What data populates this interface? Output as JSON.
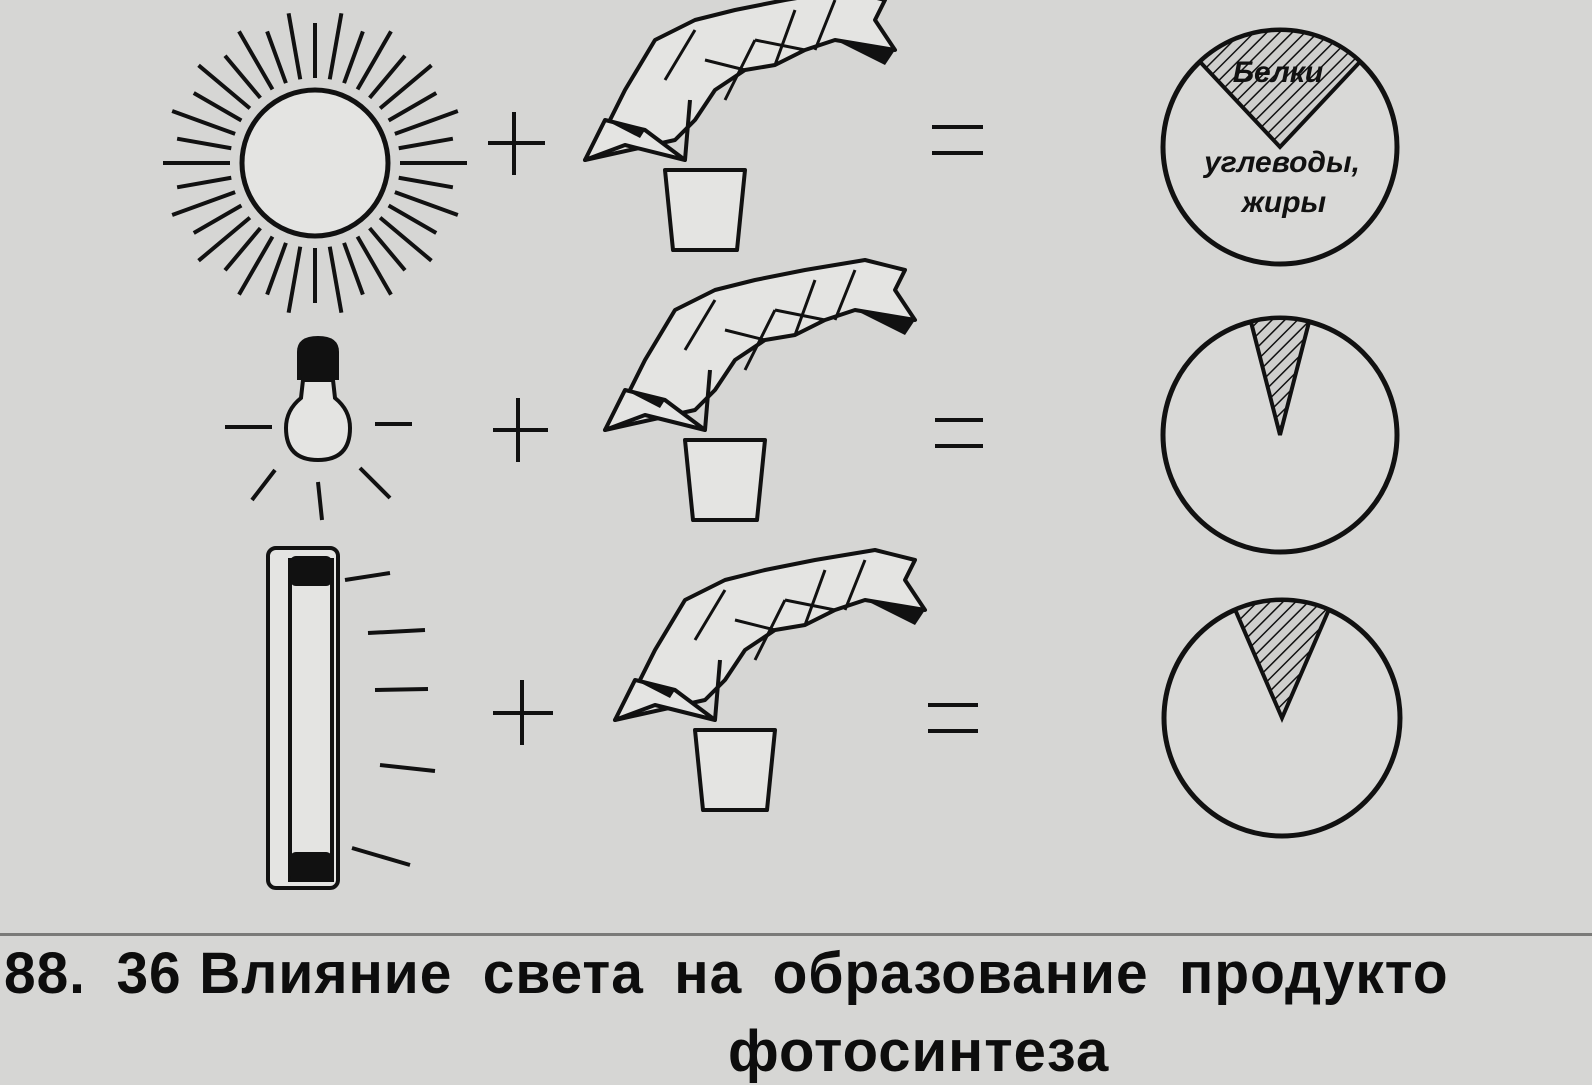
{
  "caption": {
    "number": "88. 36",
    "line1": "Влияние света на образование продукто",
    "line2": "фотосинтеза"
  },
  "rows": [
    {
      "light_source": "sun",
      "operator_plus": "+",
      "operator_equals": "=",
      "protein_share": 0.24
    },
    {
      "light_source": "incandescent-bulb",
      "operator_plus": "+",
      "operator_equals": "=",
      "protein_share": 0.08
    },
    {
      "light_source": "fluorescent-tube",
      "operator_plus": "+",
      "operator_equals": "=",
      "protein_share": 0.13
    }
  ],
  "pie_labels": {
    "protein": "Белки",
    "carbs_line1": "углеводы,",
    "carbs_line2": "жиры"
  },
  "colors": {
    "ink": "#111111",
    "background": "#d6d6d4"
  }
}
